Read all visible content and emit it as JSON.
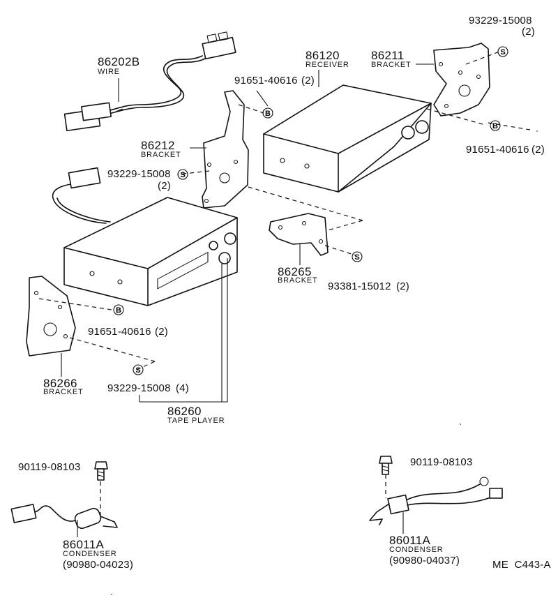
{
  "parts": {
    "wire": {
      "number": "86202B",
      "desc": "WIRE"
    },
    "receiver": {
      "number": "86120",
      "desc": "RECEIVER"
    },
    "bracket_right": {
      "number": "86211",
      "desc": "BRACKET"
    },
    "bracket_left_upper": {
      "number": "86212",
      "desc": "BRACKET"
    },
    "bracket_mid": {
      "number": "86265",
      "desc": "BRACKET"
    },
    "bracket_left_lower": {
      "number": "86266",
      "desc": "BRACKET"
    },
    "tape_player": {
      "number": "86260",
      "desc": "TAPE PLAYER"
    },
    "condenser_left": {
      "number": "86011A",
      "desc": "CONDENSER",
      "sub": "(90980-04023)"
    },
    "condenser_right": {
      "number": "86011A",
      "desc": "CONDENSER",
      "sub": "(90980-04037)"
    }
  },
  "fasteners": {
    "screw_top_right": {
      "number": "93229-15008",
      "qty": "(2)"
    },
    "bolt_top_mid": {
      "number": "91651-40616",
      "qty": "(2)"
    },
    "bolt_right": {
      "number": "91651-40616",
      "qty": "(2)"
    },
    "screw_left_mid": {
      "number": "93229-15008",
      "qty": "(2)"
    },
    "screw_mid_right": {
      "number": "93381-15012",
      "qty": "(2)"
    },
    "bolt_left_lower": {
      "number": "91651-40616",
      "qty": "(2)"
    },
    "screw_bottom": {
      "number": "93229-15008",
      "qty": "(4)"
    },
    "bolt_cond_left": {
      "number": "90119-08103"
    },
    "bolt_cond_right": {
      "number": "90119-08103"
    }
  },
  "symbols": {
    "screw": "S",
    "bolt": "B"
  },
  "ref_code": "ME  C443-A"
}
